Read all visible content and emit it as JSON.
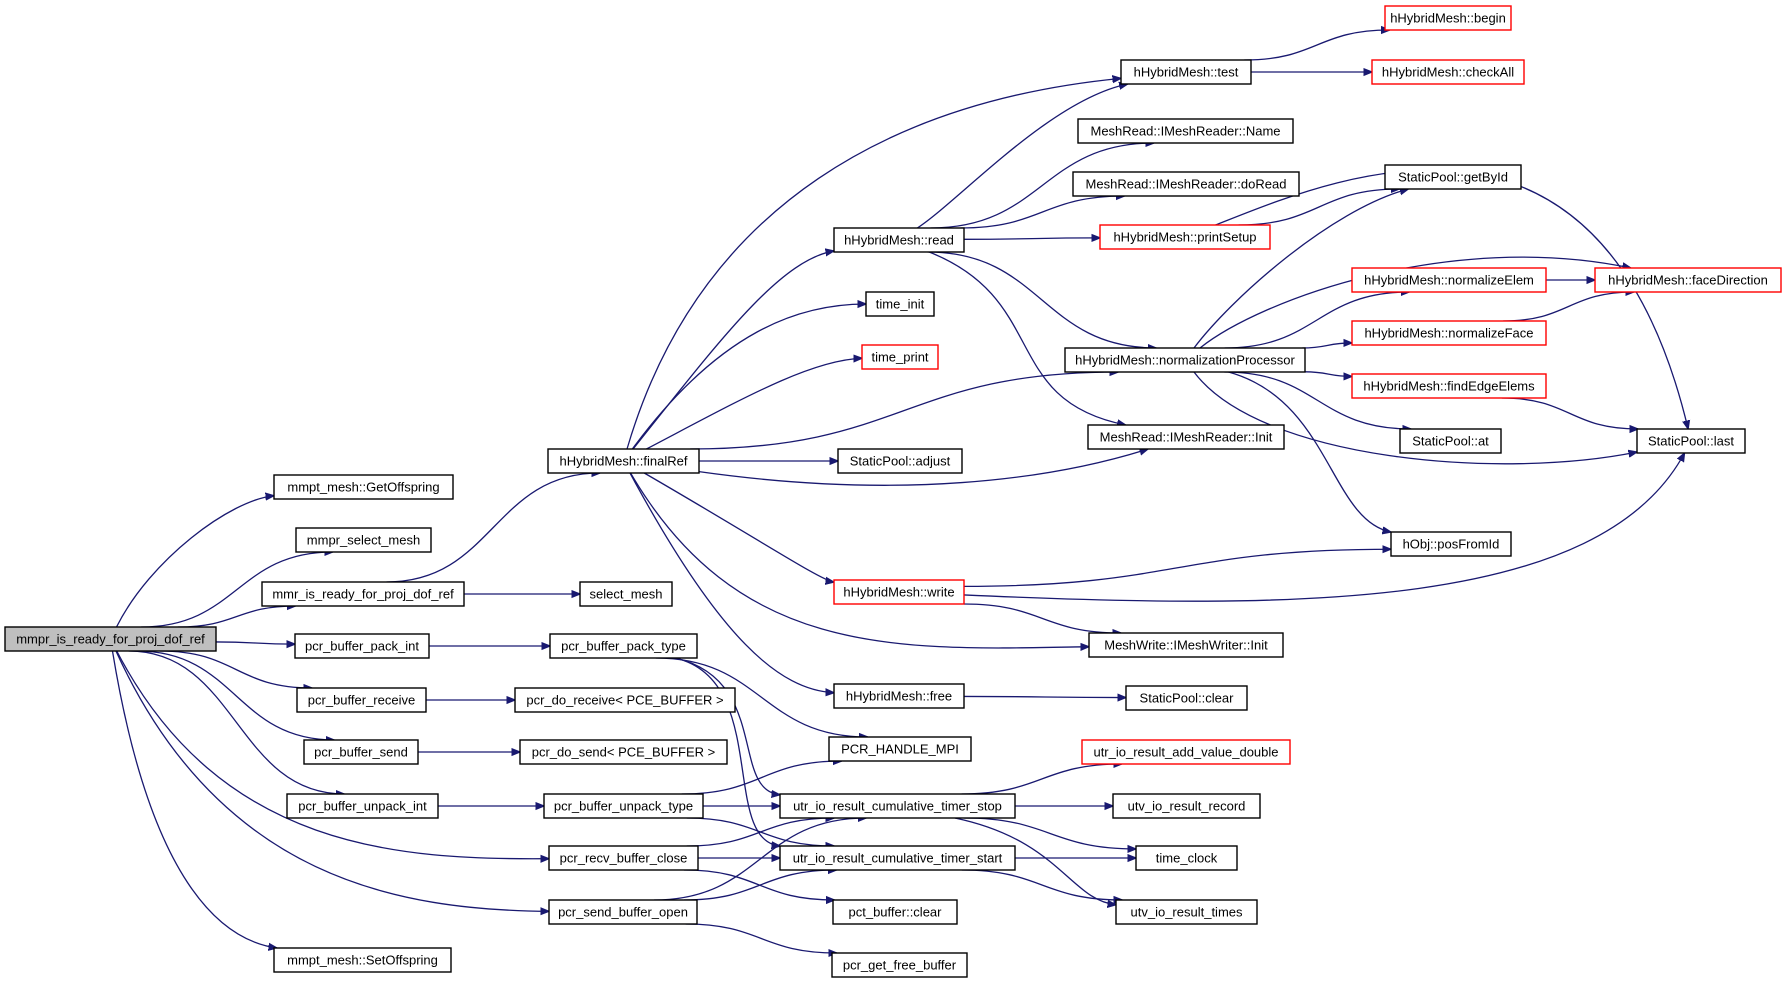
{
  "diagram": {
    "title": "",
    "colors": {
      "edge": "#191970",
      "node_border": "#000000",
      "node_border_external": "#ff0000",
      "root_fill": "#bfbfbf",
      "node_fill": "#ffffff"
    },
    "nodes": [
      {
        "id": "root",
        "label": "mmpr_is_ready_for_proj_dof_ref",
        "style": "root"
      },
      {
        "id": "getoff",
        "label": "mmpt_mesh::GetOffspring",
        "style": "normal"
      },
      {
        "id": "selmeshA",
        "label": "mmpr_select_mesh",
        "style": "normal"
      },
      {
        "id": "mmrready",
        "label": "mmr_is_ready_for_proj_dof_ref",
        "style": "normal"
      },
      {
        "id": "packint",
        "label": "pcr_buffer_pack_int",
        "style": "normal"
      },
      {
        "id": "recv",
        "label": "pcr_buffer_receive",
        "style": "normal"
      },
      {
        "id": "send",
        "label": "pcr_buffer_send",
        "style": "normal"
      },
      {
        "id": "unpackint",
        "label": "pcr_buffer_unpack_int",
        "style": "normal"
      },
      {
        "id": "setoff",
        "label": "mmpt_mesh::SetOffspring",
        "style": "normal"
      },
      {
        "id": "finalref",
        "label": "hHybridMesh::finalRef",
        "style": "normal"
      },
      {
        "id": "selmesh",
        "label": "select_mesh",
        "style": "normal"
      },
      {
        "id": "packtype",
        "label": "pcr_buffer_pack_type",
        "style": "normal"
      },
      {
        "id": "doreceive",
        "label": "pcr_do_receive< PCE_BUFFER >",
        "style": "normal"
      },
      {
        "id": "dosend",
        "label": "pcr_do_send< PCE_BUFFER >",
        "style": "normal"
      },
      {
        "id": "unpacktype",
        "label": "pcr_buffer_unpack_type",
        "style": "normal"
      },
      {
        "id": "recvclose",
        "label": "pcr_recv_buffer_close",
        "style": "normal"
      },
      {
        "id": "sendopen",
        "label": "pcr_send_buffer_open",
        "style": "normal"
      },
      {
        "id": "read",
        "label": "hHybridMesh::read",
        "style": "normal"
      },
      {
        "id": "timeinit",
        "label": "time_init",
        "style": "normal"
      },
      {
        "id": "timeprint",
        "label": "time_print",
        "style": "external"
      },
      {
        "id": "adjust",
        "label": "StaticPool::adjust",
        "style": "normal"
      },
      {
        "id": "write",
        "label": "hHybridMesh::write",
        "style": "external"
      },
      {
        "id": "free",
        "label": "hHybridMesh::free",
        "style": "normal"
      },
      {
        "id": "handlempi",
        "label": "PCR_HANDLE_MPI",
        "style": "normal"
      },
      {
        "id": "timerstop",
        "label": "utr_io_result_cumulative_timer_stop",
        "style": "normal"
      },
      {
        "id": "timerstart",
        "label": "utr_io_result_cumulative_timer_start",
        "style": "normal"
      },
      {
        "id": "bufclear",
        "label": "pct_buffer::clear",
        "style": "normal"
      },
      {
        "id": "freebuf",
        "label": "pcr_get_free_buffer",
        "style": "normal"
      },
      {
        "id": "test",
        "label": "hHybridMesh::test",
        "style": "normal"
      },
      {
        "id": "name",
        "label": "MeshRead::IMeshReader::Name",
        "style": "normal"
      },
      {
        "id": "doread",
        "label": "MeshRead::IMeshReader::doRead",
        "style": "normal"
      },
      {
        "id": "printsetup",
        "label": "hHybridMesh::printSetup",
        "style": "external"
      },
      {
        "id": "normproc",
        "label": "hHybridMesh::normalizationProcessor",
        "style": "normal"
      },
      {
        "id": "readerinit",
        "label": "MeshRead::IMeshReader::Init",
        "style": "normal"
      },
      {
        "id": "writerinit",
        "label": "MeshWrite::IMeshWriter::Init",
        "style": "normal"
      },
      {
        "id": "poolclear",
        "label": "StaticPool::clear",
        "style": "normal"
      },
      {
        "id": "adddouble",
        "label": "utr_io_result_add_value_double",
        "style": "external"
      },
      {
        "id": "record",
        "label": "utv_io_result_record",
        "style": "normal"
      },
      {
        "id": "timeclock",
        "label": "time_clock",
        "style": "normal"
      },
      {
        "id": "times",
        "label": "utv_io_result_times",
        "style": "normal"
      },
      {
        "id": "begin",
        "label": "hHybridMesh::begin",
        "style": "external"
      },
      {
        "id": "checkall",
        "label": "hHybridMesh::checkAll",
        "style": "external"
      },
      {
        "id": "getbyid",
        "label": "StaticPool::getById",
        "style": "normal"
      },
      {
        "id": "normelem",
        "label": "hHybridMesh::normalizeElem",
        "style": "external"
      },
      {
        "id": "normface",
        "label": "hHybridMesh::normalizeFace",
        "style": "external"
      },
      {
        "id": "findedge",
        "label": "hHybridMesh::findEdgeElems",
        "style": "external"
      },
      {
        "id": "poolat",
        "label": "StaticPool::at",
        "style": "normal"
      },
      {
        "id": "posfromid",
        "label": "hObj::posFromId",
        "style": "normal"
      },
      {
        "id": "facedir",
        "label": "hHybridMesh::faceDirection",
        "style": "external"
      },
      {
        "id": "poollast",
        "label": "StaticPool::last",
        "style": "normal"
      }
    ],
    "edges": [
      [
        "root",
        "getoff"
      ],
      [
        "root",
        "selmeshA"
      ],
      [
        "root",
        "mmrready"
      ],
      [
        "root",
        "packint"
      ],
      [
        "root",
        "recv"
      ],
      [
        "root",
        "send"
      ],
      [
        "root",
        "unpackint"
      ],
      [
        "root",
        "recvclose"
      ],
      [
        "root",
        "sendopen"
      ],
      [
        "root",
        "setoff"
      ],
      [
        "mmrready",
        "finalref"
      ],
      [
        "mmrready",
        "selmesh"
      ],
      [
        "packint",
        "packtype"
      ],
      [
        "recv",
        "doreceive"
      ],
      [
        "send",
        "dosend"
      ],
      [
        "unpackint",
        "unpacktype"
      ],
      [
        "packtype",
        "handlempi"
      ],
      [
        "packtype",
        "timerstop"
      ],
      [
        "packtype",
        "timerstart"
      ],
      [
        "unpacktype",
        "handlempi"
      ],
      [
        "unpacktype",
        "timerstop"
      ],
      [
        "unpacktype",
        "timerstart"
      ],
      [
        "recvclose",
        "timerstop"
      ],
      [
        "recvclose",
        "timerstart"
      ],
      [
        "recvclose",
        "bufclear"
      ],
      [
        "sendopen",
        "timerstop"
      ],
      [
        "sendopen",
        "timerstart"
      ],
      [
        "sendopen",
        "freebuf"
      ],
      [
        "finalref",
        "test"
      ],
      [
        "finalref",
        "read"
      ],
      [
        "finalref",
        "timeinit"
      ],
      [
        "finalref",
        "timeprint"
      ],
      [
        "finalref",
        "normproc"
      ],
      [
        "finalref",
        "adjust"
      ],
      [
        "finalref",
        "readerinit"
      ],
      [
        "finalref",
        "write"
      ],
      [
        "finalref",
        "writerinit"
      ],
      [
        "finalref",
        "free"
      ],
      [
        "read",
        "test"
      ],
      [
        "read",
        "name"
      ],
      [
        "read",
        "doread"
      ],
      [
        "read",
        "printsetup"
      ],
      [
        "read",
        "normproc"
      ],
      [
        "read",
        "readerinit"
      ],
      [
        "test",
        "begin"
      ],
      [
        "test",
        "checkall"
      ],
      [
        "printsetup",
        "getbyid"
      ],
      [
        "printsetup",
        "poollast"
      ],
      [
        "normproc",
        "getbyid"
      ],
      [
        "normproc",
        "facedir"
      ],
      [
        "normproc",
        "normelem"
      ],
      [
        "normproc",
        "normface"
      ],
      [
        "normproc",
        "findedge"
      ],
      [
        "normproc",
        "poolat"
      ],
      [
        "normproc",
        "poollast"
      ],
      [
        "normproc",
        "posfromid"
      ],
      [
        "normelem",
        "facedir"
      ],
      [
        "normface",
        "facedir"
      ],
      [
        "findedge",
        "poollast"
      ],
      [
        "write",
        "posfromid"
      ],
      [
        "write",
        "poollast"
      ],
      [
        "write",
        "writerinit"
      ],
      [
        "free",
        "poolclear"
      ],
      [
        "timerstop",
        "adddouble"
      ],
      [
        "timerstop",
        "record"
      ],
      [
        "timerstop",
        "timeclock"
      ],
      [
        "timerstop",
        "times"
      ],
      [
        "timerstart",
        "timeclock"
      ],
      [
        "timerstart",
        "times"
      ]
    ]
  }
}
